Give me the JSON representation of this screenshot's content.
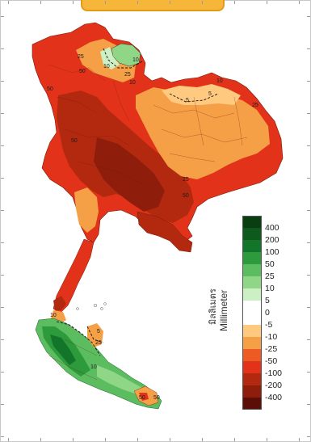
{
  "map": {
    "colors": {
      "gt400": "#0a3d12",
      "200_400": "#0e5a1c",
      "100_200": "#12752a",
      "50_100": "#2d9a3c",
      "25_50": "#5cbd60",
      "10_25": "#8fd786",
      "5_10": "#cdefc4",
      "0_5": "#ffffff",
      "neg0_5": "#ffffff",
      "neg5_10": "#ffc980",
      "neg10_25": "#f5a047",
      "neg25_50": "#ee5a24",
      "neg50_100": "#e2331a",
      "neg100_200": "#b3290f",
      "neg200_400": "#8e1d0c",
      "lt400": "#5c0d05"
    },
    "contour_labels": [
      "50",
      "50",
      "50",
      "25",
      "25",
      "10",
      "10",
      "10",
      "5",
      "5",
      "10",
      "25",
      "25",
      "50",
      "10",
      "25",
      "5",
      "50",
      "50",
      "10"
    ]
  },
  "legend": {
    "unit_en": "Millimeter",
    "unit_th": "มิลลิเมตร",
    "ticks": [
      "400",
      "200",
      "100",
      "50",
      "25",
      "10",
      "5",
      "0",
      "-5",
      "-10",
      "-25",
      "-50",
      "-100",
      "-200",
      "-400"
    ],
    "swatch_colors": [
      "#0a3d12",
      "#0e5a1c",
      "#12752a",
      "#2d9a3c",
      "#5cbd60",
      "#8fd786",
      "#cdefc4",
      "#ffffff",
      "#ffffff",
      "#ffc980",
      "#f5a047",
      "#ee5a24",
      "#e2331a",
      "#b3290f",
      "#8e1d0c",
      "#5c0d05"
    ]
  }
}
